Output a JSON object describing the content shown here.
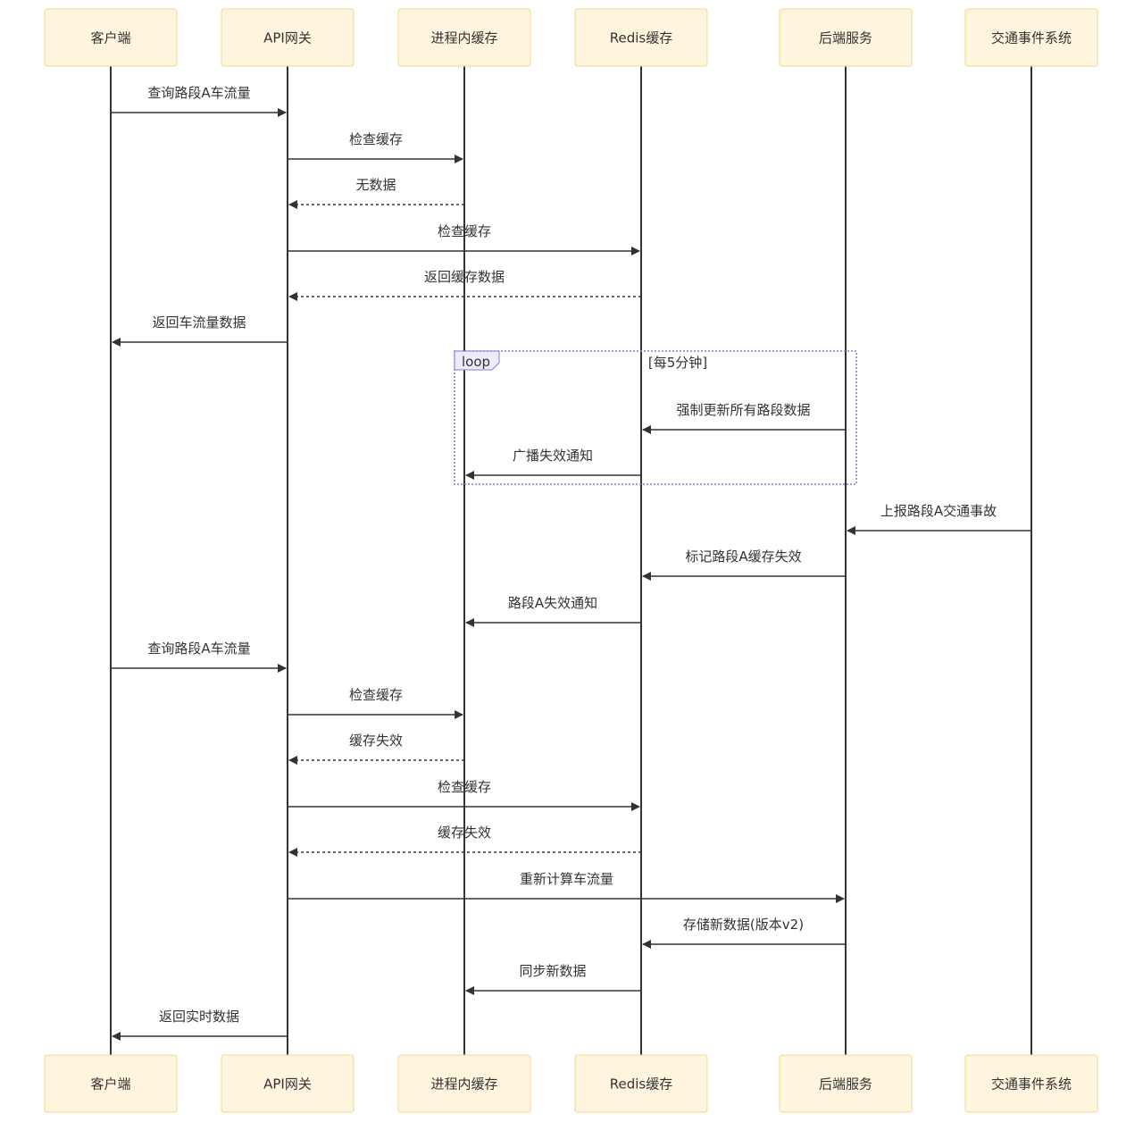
{
  "participants": [
    {
      "id": "client",
      "label": "客户端"
    },
    {
      "id": "gateway",
      "label": "API网关"
    },
    {
      "id": "localcache",
      "label": "进程内缓存"
    },
    {
      "id": "redis",
      "label": "Redis缓存"
    },
    {
      "id": "backend",
      "label": "后端服务"
    },
    {
      "id": "traffic",
      "label": "交通事件系统"
    }
  ],
  "messages": [
    {
      "from": "client",
      "to": "gateway",
      "label": "查询路段A车流量",
      "style": "solid"
    },
    {
      "from": "gateway",
      "to": "localcache",
      "label": "检查缓存",
      "style": "solid"
    },
    {
      "from": "localcache",
      "to": "gateway",
      "label": "无数据",
      "style": "dashed"
    },
    {
      "from": "gateway",
      "to": "redis",
      "label": "检查缓存",
      "style": "solid"
    },
    {
      "from": "redis",
      "to": "gateway",
      "label": "返回缓存数据",
      "style": "dashed"
    },
    {
      "from": "gateway",
      "to": "client",
      "label": "返回车流量数据",
      "style": "solid"
    },
    {
      "from": "backend",
      "to": "redis",
      "label": "强制更新所有路段数据",
      "style": "solid"
    },
    {
      "from": "redis",
      "to": "localcache",
      "label": "广播失效通知",
      "style": "solid"
    },
    {
      "from": "traffic",
      "to": "backend",
      "label": "上报路段A交通事故",
      "style": "solid"
    },
    {
      "from": "backend",
      "to": "redis",
      "label": "标记路段A缓存失效",
      "style": "solid"
    },
    {
      "from": "redis",
      "to": "localcache",
      "label": "路段A失效通知",
      "style": "solid"
    },
    {
      "from": "client",
      "to": "gateway",
      "label": "查询路段A车流量",
      "style": "solid"
    },
    {
      "from": "gateway",
      "to": "localcache",
      "label": "检查缓存",
      "style": "solid"
    },
    {
      "from": "localcache",
      "to": "gateway",
      "label": "缓存失效",
      "style": "dashed"
    },
    {
      "from": "gateway",
      "to": "redis",
      "label": "检查缓存",
      "style": "solid"
    },
    {
      "from": "redis",
      "to": "gateway",
      "label": "缓存失效",
      "style": "dashed"
    },
    {
      "from": "gateway",
      "to": "backend",
      "label": "重新计算车流量",
      "style": "solid"
    },
    {
      "from": "backend",
      "to": "redis",
      "label": "存储新数据(版本v2)",
      "style": "solid"
    },
    {
      "from": "redis",
      "to": "localcache",
      "label": "同步新数据",
      "style": "solid"
    },
    {
      "from": "gateway",
      "to": "client",
      "label": "返回实时数据",
      "style": "solid"
    }
  ],
  "loop": {
    "label": "loop",
    "condition": "[每5分钟]",
    "first_message": 6,
    "last_message": 7
  },
  "colors": {
    "actor_fill": "#fff4dd",
    "actor_border": "#f0d98a",
    "line": "#333333",
    "loop_border": "#9370db",
    "loop_tab_fill": "#ececff"
  }
}
